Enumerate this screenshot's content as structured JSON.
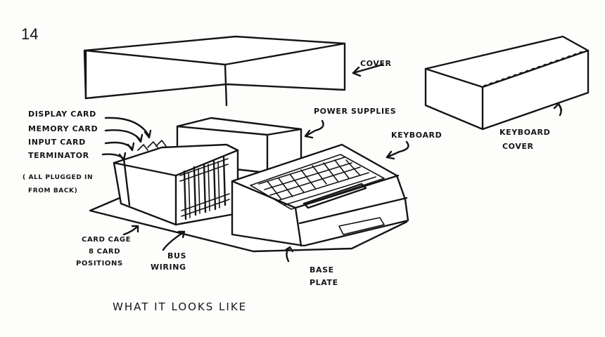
{
  "page_number": "14",
  "labels": {
    "cover": "COVER",
    "power_supplies": "POWER SUPPLIES",
    "keyboard": "KEYBOARD",
    "keyboard_cover_1": "KEYBOARD",
    "keyboard_cover_2": "COVER",
    "display_card": "DISPLAY CARD",
    "memory_card": "MEMORY CARD",
    "input_card": "INPUT CARD",
    "terminator": "TERMINATOR",
    "plugged_1": "( ALL PLUGGED IN",
    "plugged_2": "FROM BACK)",
    "card_cage_1": "CARD CAGE",
    "card_cage_2": "8 CARD",
    "card_cage_3": "POSITIONS",
    "bus_1": "BUS",
    "bus_2": "WIRING",
    "base_1": "BASE",
    "base_2": "PLATE"
  },
  "caption": "WHAT IT LOOKS LIKE"
}
